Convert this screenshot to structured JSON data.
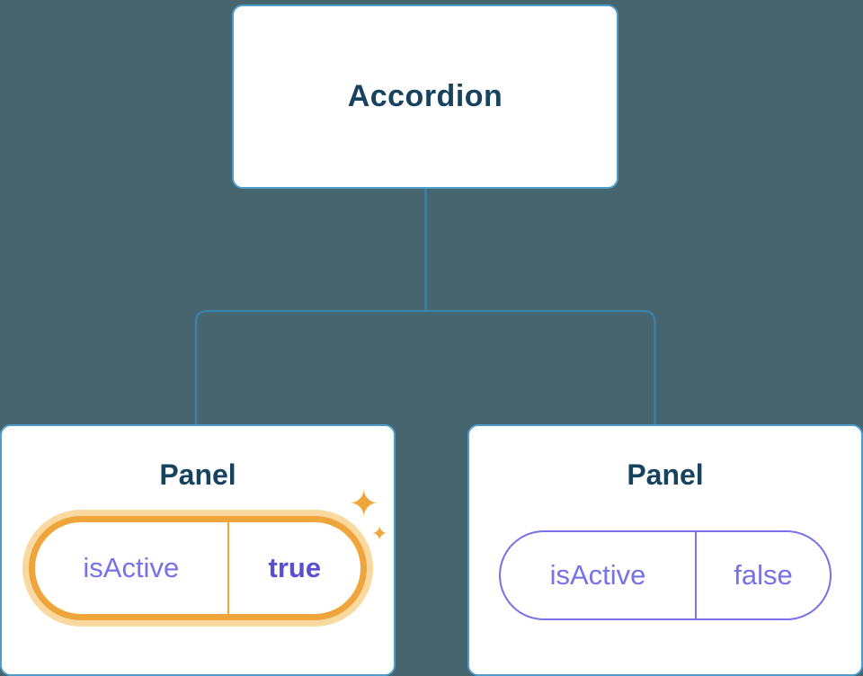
{
  "diagram": {
    "root": {
      "label": "Accordion"
    },
    "panels": [
      {
        "title": "Panel",
        "prop": "isActive",
        "value": "true",
        "highlighted": true
      },
      {
        "title": "Panel",
        "prop": "isActive",
        "value": "false",
        "highlighted": false
      }
    ],
    "icons": {
      "sparkle": "✦"
    },
    "colors": {
      "background": "#47656f",
      "node_border": "#4f9fca",
      "connector": "#3c80a6",
      "title_text": "#17435f",
      "purple_text": "#7a70e8",
      "purple_bold": "#5a4fd0",
      "orange": "#f0a43c",
      "orange_glow": "#fad9a0"
    }
  }
}
